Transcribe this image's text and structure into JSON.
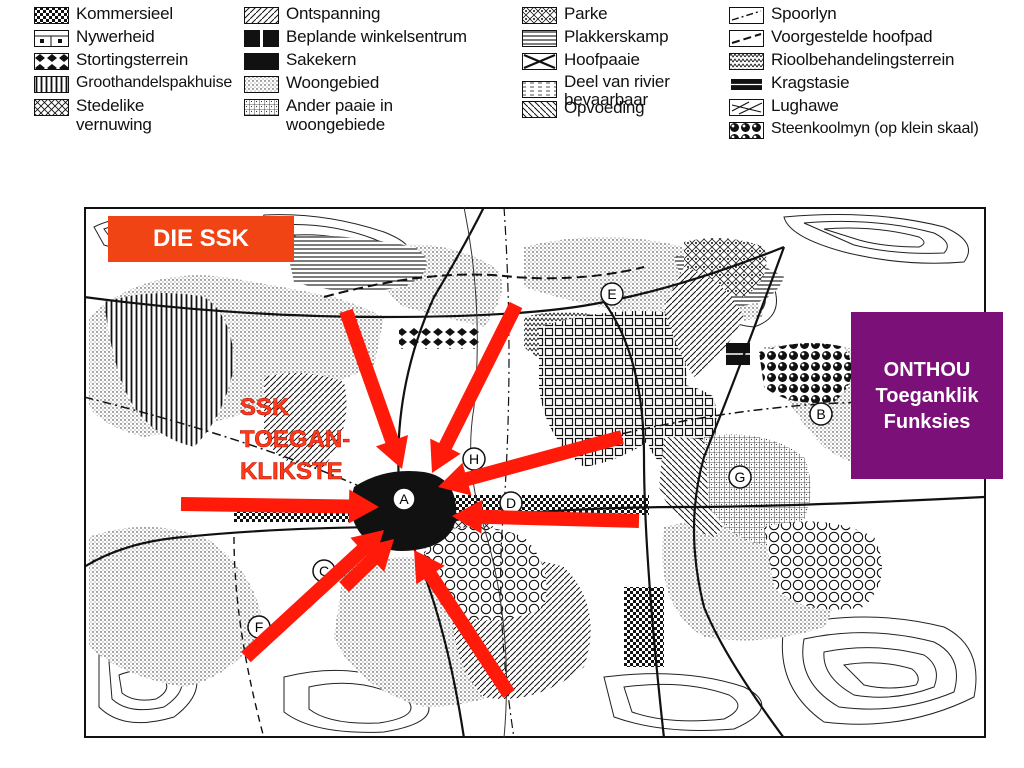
{
  "legend": {
    "col1": [
      {
        "label": "Kommersieel",
        "icon": "checker-icon"
      },
      {
        "label": "Nywerheid",
        "icon": "grid-box-icon"
      },
      {
        "label": "Stortingsterrein",
        "icon": "diamond-icon"
      },
      {
        "label": "Groothandelspakhuise",
        "icon": "vertical-lines-icon"
      },
      {
        "label": "Stedelike",
        "label2": "vernuwing",
        "icon": "cross-hatch-icon"
      }
    ],
    "col2": [
      {
        "label": "Ontspanning",
        "icon": "diagonal-lines-icon"
      },
      {
        "label": "Beplande winkelsentrum",
        "icon": "solid-bars-icon"
      },
      {
        "label": "Sakekern",
        "icon": "solid-black-icon"
      },
      {
        "label": "Woongebied",
        "icon": "dots-icon"
      },
      {
        "label": "Ander paaie in",
        "label2": "woongebiede",
        "icon": "small-grid-icon"
      }
    ],
    "col3": [
      {
        "label": "Parke",
        "icon": "park-icon"
      },
      {
        "label": "Plakkerskamp",
        "icon": "horizontal-lines-icon"
      },
      {
        "label": "Hoofpaaie",
        "icon": "main-road-x-icon"
      },
      {
        "label": "Deel van rivier",
        "label2": "bevaarbaar",
        "icon": "river-icon"
      },
      {
        "label": "Opvoeding",
        "icon": "education-hatch-icon"
      }
    ],
    "col4": [
      {
        "label": "Spoorlyn",
        "icon": "railway-icon"
      },
      {
        "label": "Voorgestelde hoofpad",
        "icon": "proposed-road-icon"
      },
      {
        "label": "Rioolbehandelingsterrein",
        "icon": "zigzag-icon"
      },
      {
        "label": "Kragstasie",
        "icon": "power-station-icon"
      },
      {
        "label": "Lughawe",
        "icon": "airport-icon"
      },
      {
        "label": "Steenkoolmyn (op klein skaal)",
        "icon": "coal-mine-icon"
      }
    ]
  },
  "map": {
    "markers": [
      "A",
      "B",
      "C",
      "D",
      "E",
      "F",
      "G",
      "H"
    ]
  },
  "overlays": {
    "title": "DIE SSK",
    "ssk_lines": [
      "SSK",
      "TOEGAN-",
      "KLIKSTE"
    ],
    "remember_lines": [
      "ONTHOU",
      "Toeganklik",
      "Funksies"
    ]
  },
  "colors": {
    "arrow": "#ff1a0a",
    "title_bg": "#f04414",
    "remember_bg": "#7b1078"
  }
}
